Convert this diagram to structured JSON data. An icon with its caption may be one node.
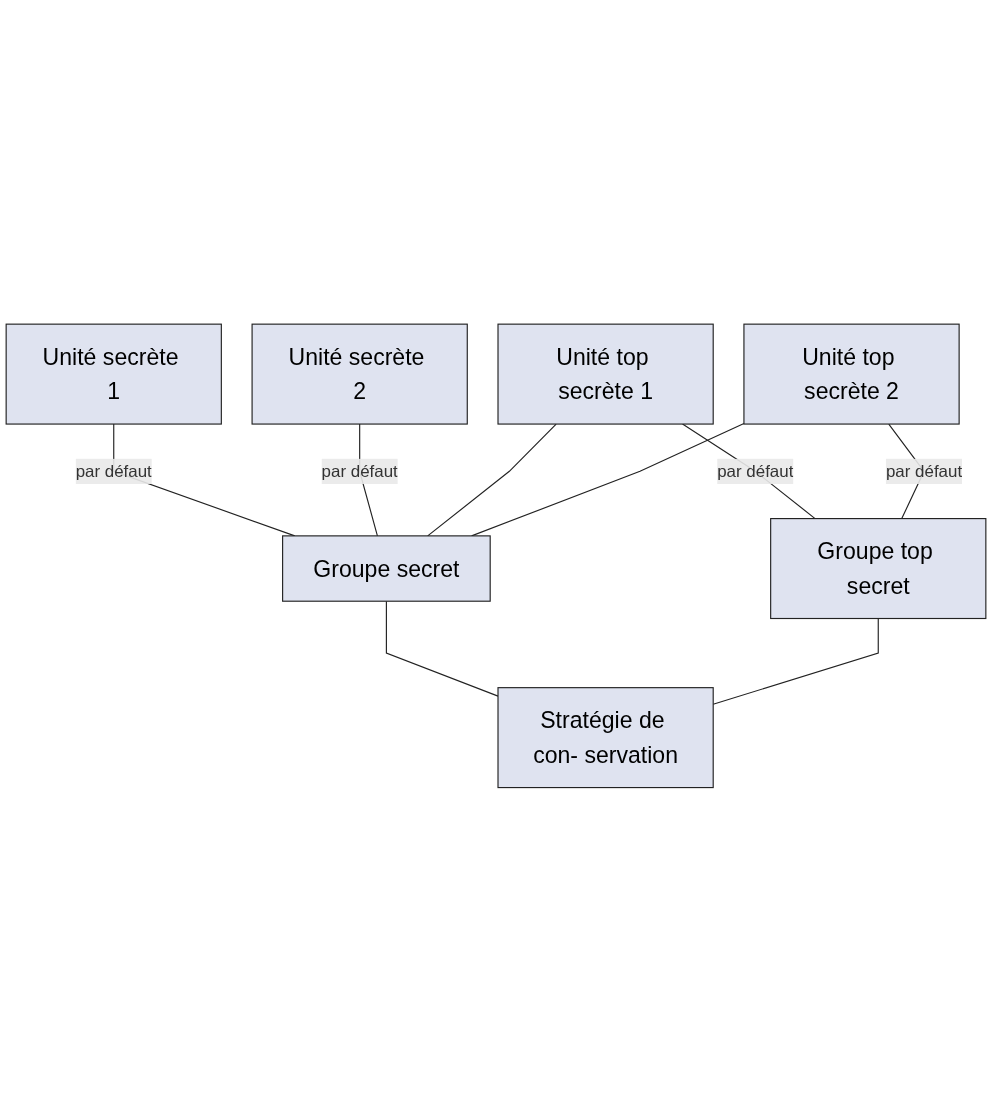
{
  "diagram": {
    "nodes": [
      {
        "text": [
          "Unité secrète 1"
        ]
      },
      {
        "text": [
          "Unité secrète 2"
        ]
      },
      {
        "text": [
          "Unité top secrète 1"
        ]
      },
      {
        "text": [
          "Unité top secrète 2"
        ]
      },
      {
        "text": [
          "Groupe secret"
        ]
      },
      {
        "text": [
          "Groupe top secret"
        ]
      },
      {
        "text": [
          "Stratégie de con- servation"
        ]
      }
    ],
    "edges": [
      {
        "from": 0,
        "to": 4,
        "arrow": "none",
        "label": "par défaut"
      },
      {
        "from": 1,
        "to": 4,
        "arrow": "none",
        "label": "par défaut"
      },
      {
        "from": 2,
        "to": 4,
        "arrow": "none"
      },
      {
        "from": 3,
        "to": 4,
        "arrow": "none"
      },
      {
        "from": 2,
        "to": 5,
        "arrow": "none",
        "label": "par défaut"
      },
      {
        "from": 3,
        "to": 5,
        "arrow": "none",
        "label": "par défaut"
      },
      {
        "from": 4,
        "to": 6,
        "arrow": "none"
      },
      {
        "from": 5,
        "to": 6,
        "arrow": "none"
      }
    ]
  }
}
